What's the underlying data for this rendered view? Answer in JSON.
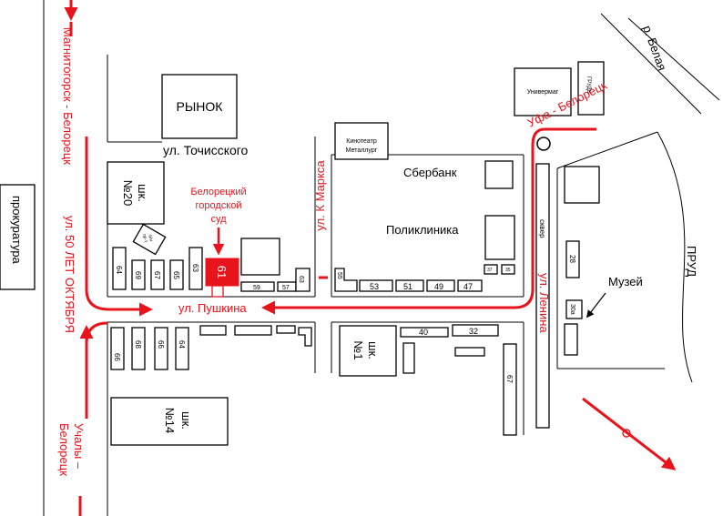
{
  "colors": {
    "route": "#e8141c",
    "ink": "#000000",
    "background": "#ffffff"
  },
  "routes": {
    "magnitogorsk": "Магнитогорск - Белорецк",
    "ufa": "Уфа - Белорецк",
    "uchaly": "Учалы –",
    "uchaly2": "Белорецк"
  },
  "streets": {
    "tochisskogo": "ул. Точисского",
    "pushkina": "ул. Пушкина",
    "k_marksa": "ул. К Маркса",
    "lenina": "ул. Ленина",
    "oktyabrya": "ул. 50 ЛЕТ ОКТЯБРЯ",
    "skver": "сквер",
    "river": "р. Белая",
    "pond": "ПРУД"
  },
  "places": {
    "rynok": "РЫНОК",
    "kinoteatr": "Кинотеатр",
    "kinoteatr2": "Металлург",
    "univermag": "Универмаг",
    "grud": "ГРУДЬ",
    "sberbank": "Сбербанк",
    "poliklinika": "Поликлиника",
    "muzey": "Музей",
    "prokuratura": "прокуратура",
    "school20_a": "шк.",
    "school20_b": "№20",
    "school1_a": "шк.",
    "school1_b": "№1",
    "school14_a": "шк.",
    "school14_b": "№14",
    "sud_1": "Белорецкий",
    "sud_2": "городской",
    "sud_3": "суд",
    "sud_number": "61",
    "small_rotated": "б/н",
    "small_rotated2": "пр-т"
  },
  "numbers": {
    "n64a": "64",
    "n69": "69",
    "n67a": "67",
    "n65": "65",
    "n63a": "63",
    "n59": "59",
    "n57": "57",
    "n63b": "63",
    "n55": "55",
    "n53": "53",
    "n51": "51",
    "n49": "49",
    "n47": "47",
    "n37": "37",
    "n35": "35",
    "n28": "28",
    "n30a": "30а",
    "n40": "40",
    "n32": "32",
    "n67b": "67",
    "n66": "66",
    "n68": "68",
    "n66b": "66",
    "n64b": "64"
  }
}
